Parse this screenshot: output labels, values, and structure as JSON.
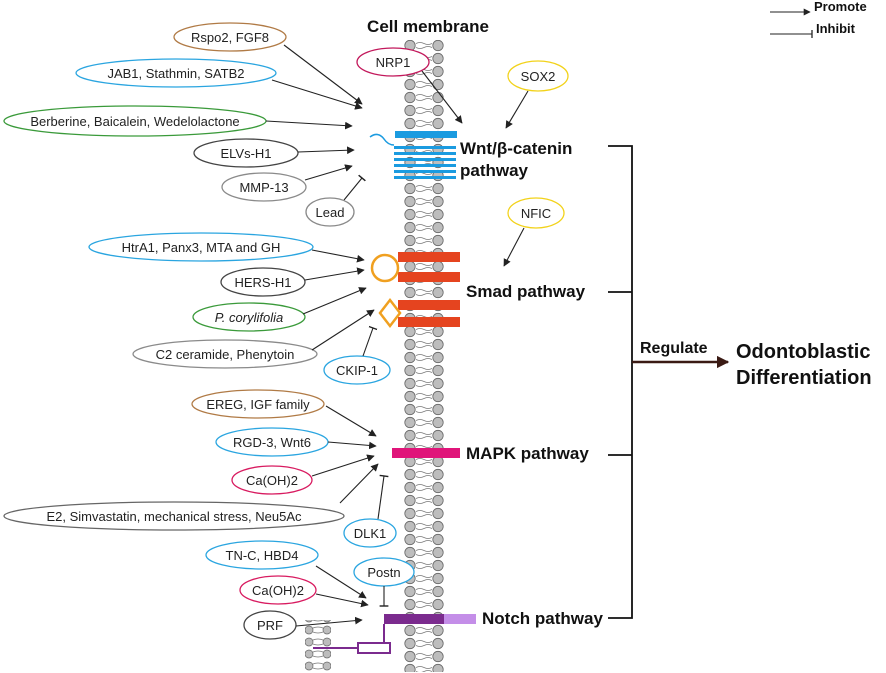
{
  "legend": {
    "promote": "Promote",
    "inhibit": "Inhibit"
  },
  "membrane_label": "Cell membrane",
  "pathways": {
    "wnt_line1": "Wnt/β-catenin",
    "wnt_line2": "pathway",
    "smad": "Smad pathway",
    "mapk": "MAPK pathway",
    "notch": "Notch pathway"
  },
  "regulate": "Regulate",
  "outcome_line1": "Odontoblastic",
  "outcome_line2": "Differentiation",
  "factors": {
    "rspo2": "Rspo2, FGF8",
    "jab1": "JAB1, Stathmin, SATB2",
    "berberine": "Berberine, Baicalein, Wedelolactone",
    "elvs": "ELVs-H1",
    "mmp13": "MMP-13",
    "lead": "Lead",
    "nrp1": "NRP1",
    "sox2": "SOX2",
    "nfic": "NFIC",
    "htra1": "HtrA1, Panx3, MTA and GH",
    "hers": "HERS-H1",
    "pcorylifolia": "P. corylifolia",
    "c2ceramide": "C2 ceramide, Phenytoin",
    "ckip1": "CKIP-1",
    "ereg": "EREG, IGF family",
    "rgd3": "RGD-3, Wnt6",
    "caoh2_mapk": "Ca(OH)2",
    "e2": "E2, Simvastatin, mechanical stress, Neu5Ac",
    "dlk1": "DLK1",
    "tnc": "TN-C, HBD4",
    "postn": "Postn",
    "caoh2_notch": "Ca(OH)2",
    "prf": "PRF"
  },
  "colors": {
    "brown": "#b07a45",
    "blue": "#2aa5e0",
    "green": "#3a9a3a",
    "gray": "#8a8a8a",
    "pink": "#d81b60",
    "yellow": "#f2d21a",
    "wnt_bar": "#1b9be0",
    "smad_bar": "#e5441f",
    "smad_ring": "#f0a020",
    "mapk_bar": "#e0157a",
    "notch_dark": "#7b2b8e",
    "notch_light": "#c48ee8"
  }
}
